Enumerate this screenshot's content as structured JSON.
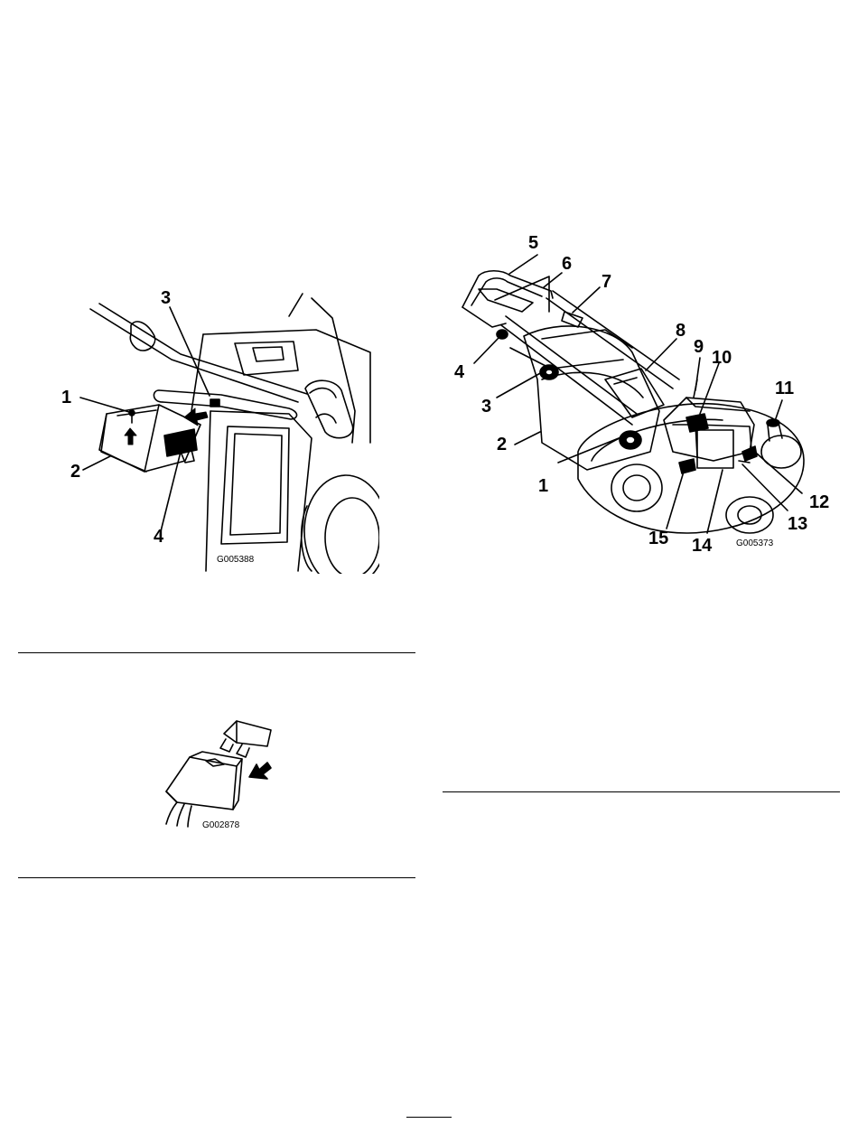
{
  "figure_left": {
    "callouts": [
      "1",
      "2",
      "3",
      "4"
    ],
    "figure_id": "G005388"
  },
  "figure_fuse": {
    "figure_id": "G002878"
  },
  "figure_right": {
    "callouts": [
      "1",
      "2",
      "3",
      "4",
      "5",
      "6",
      "7",
      "8",
      "9",
      "10",
      "11",
      "12",
      "13",
      "14",
      "15"
    ],
    "figure_id": "G005373"
  }
}
